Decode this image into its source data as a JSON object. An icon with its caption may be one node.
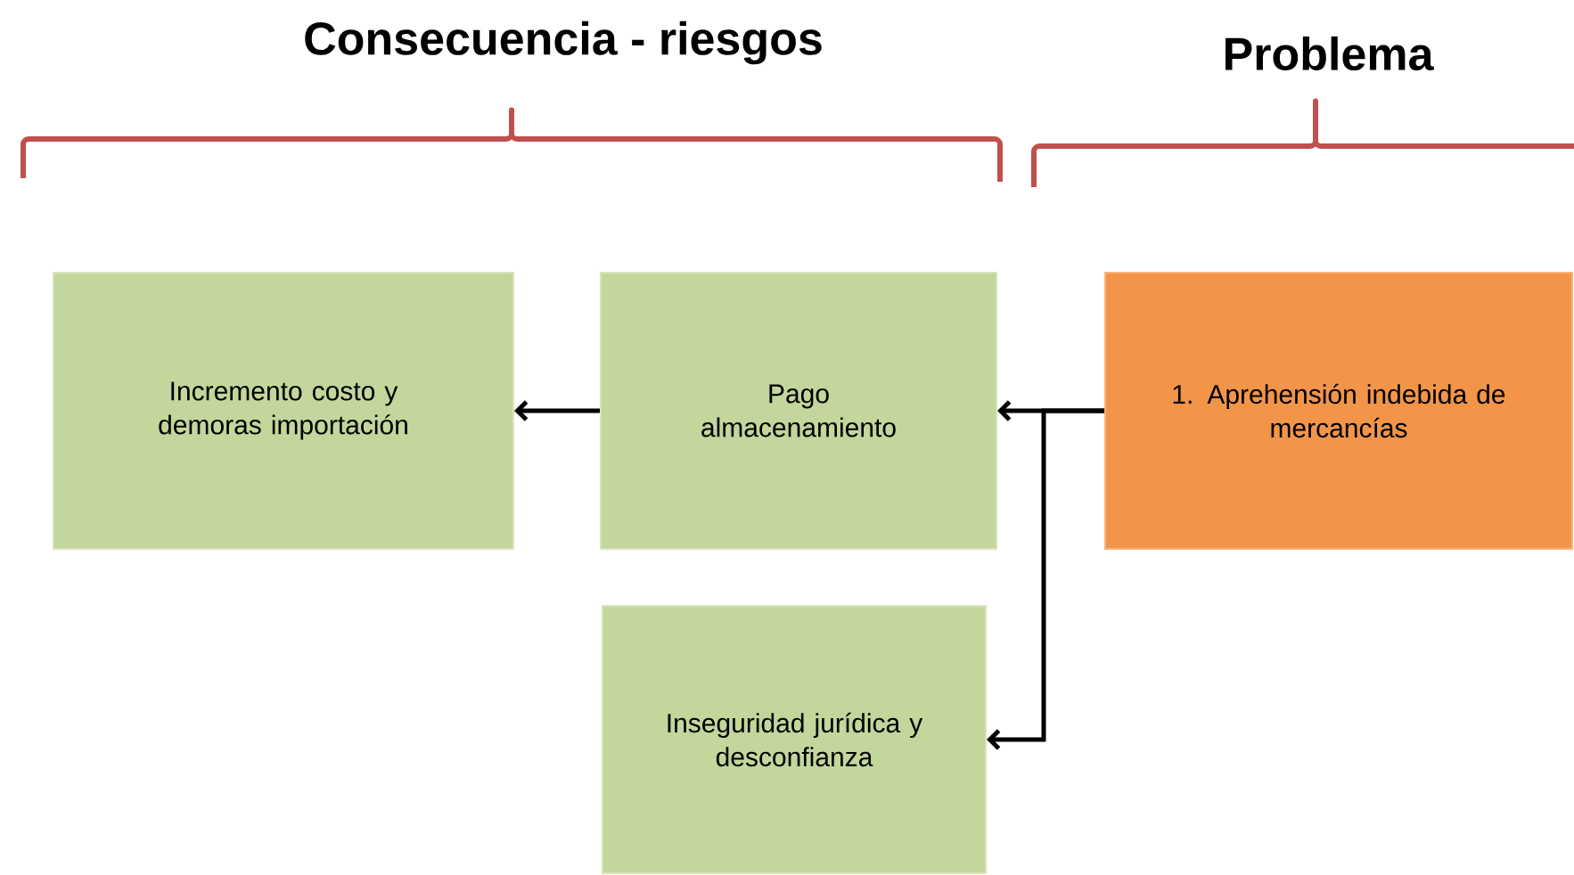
{
  "diagram": {
    "nodes": [
      {
        "text": [
          "Incremento costo y demoras importación"
        ]
      },
      {
        "text": [
          "Pago almacenamiento"
        ]
      },
      {
        "text": [
          "1. Aprehensión indebida de mercancías"
        ]
      },
      {
        "text": [
          "Inseguridad jurídica y desconfianza"
        ]
      }
    ],
    "edges": [
      {
        "from": 1,
        "to": 0,
        "arrow": "to"
      },
      {
        "from": 2,
        "to": 1,
        "arrow": "to"
      },
      {
        "from": 2,
        "to": 3,
        "arrow": "to"
      }
    ],
    "labels": [
      "Consecuencia - riesgos",
      "Problema"
    ]
  }
}
